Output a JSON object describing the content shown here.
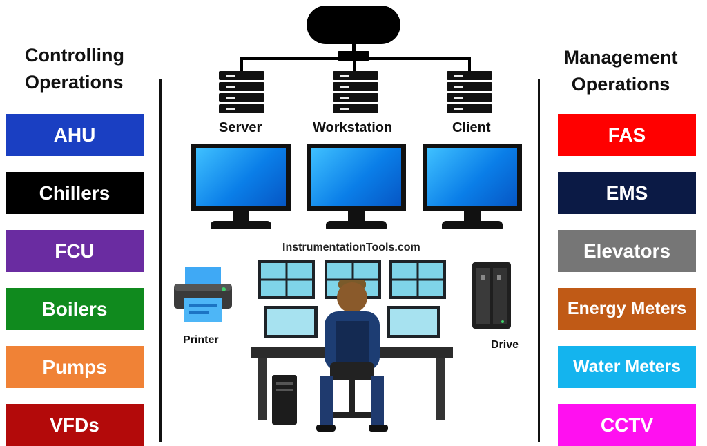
{
  "left": {
    "title_line1": "Controlling",
    "title_line2": "Operations",
    "items": [
      {
        "label": "AHU",
        "color": "#1a3fc2"
      },
      {
        "label": "Chillers",
        "color": "#000000"
      },
      {
        "label": "FCU",
        "color": "#6a2ca1"
      },
      {
        "label": "Boilers",
        "color": "#108a1e"
      },
      {
        "label": "Pumps",
        "color": "#f08236"
      },
      {
        "label": "VFDs",
        "color": "#b30a0a"
      }
    ]
  },
  "right": {
    "title_line1": "Management",
    "title_line2": "Operations",
    "items": [
      {
        "label": "FAS",
        "color": "#ff0000"
      },
      {
        "label": "EMS",
        "color": "#0b1a45"
      },
      {
        "label": "Elevators",
        "color": "#767676"
      },
      {
        "label": "Energy Meters",
        "color": "#c05a16"
      },
      {
        "label": "Water Meters",
        "color": "#14b4ee"
      },
      {
        "label": "CCTV",
        "color": "#ff10f0"
      }
    ]
  },
  "network": {
    "nodes": [
      "Server",
      "Workstation",
      "Client"
    ]
  },
  "devices": {
    "printer": "Printer",
    "drive": "Drive"
  },
  "watermark": "InstrumentationTools.com"
}
